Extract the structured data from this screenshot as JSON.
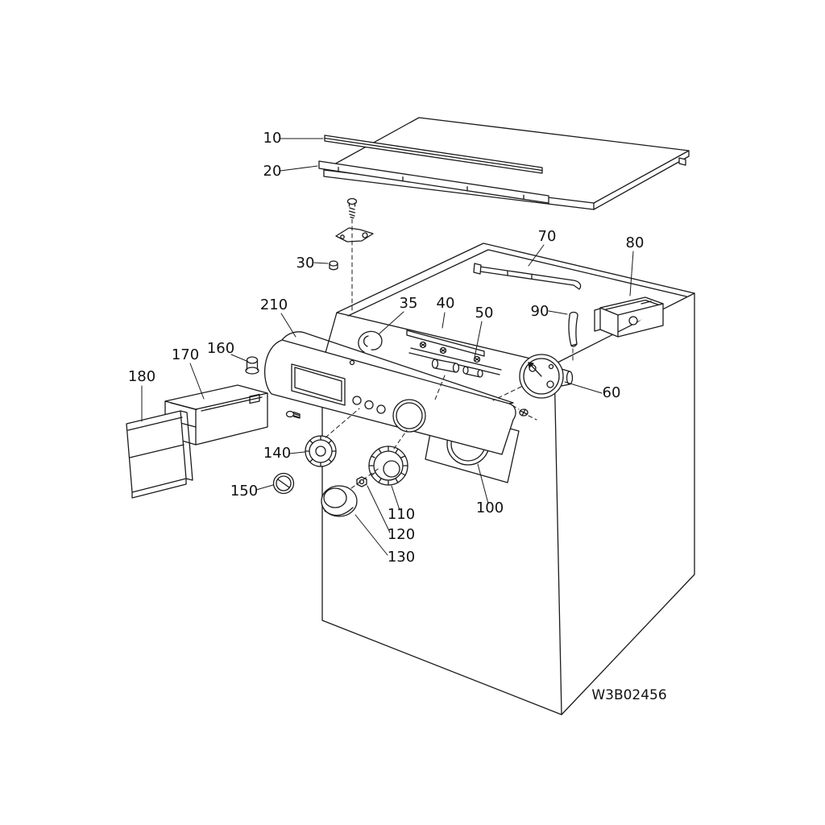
{
  "diagram": {
    "type": "exploded-parts-diagram",
    "subject": "washing machine control panel assembly",
    "code": "W3B02456",
    "line_color": "#1a1a1a",
    "background_color": "#ffffff",
    "labels": [
      {
        "id": "10",
        "text": "10"
      },
      {
        "id": "20",
        "text": "20"
      },
      {
        "id": "30",
        "text": "30"
      },
      {
        "id": "35",
        "text": "35"
      },
      {
        "id": "40",
        "text": "40"
      },
      {
        "id": "50",
        "text": "50"
      },
      {
        "id": "60",
        "text": "60"
      },
      {
        "id": "70",
        "text": "70"
      },
      {
        "id": "80",
        "text": "80"
      },
      {
        "id": "90",
        "text": "90"
      },
      {
        "id": "100",
        "text": "100"
      },
      {
        "id": "110",
        "text": "110"
      },
      {
        "id": "120",
        "text": "120"
      },
      {
        "id": "130",
        "text": "130"
      },
      {
        "id": "140",
        "text": "140"
      },
      {
        "id": "150",
        "text": "150"
      },
      {
        "id": "160",
        "text": "160"
      },
      {
        "id": "170",
        "text": "170"
      },
      {
        "id": "180",
        "text": "180"
      },
      {
        "id": "210",
        "text": "210"
      }
    ]
  }
}
